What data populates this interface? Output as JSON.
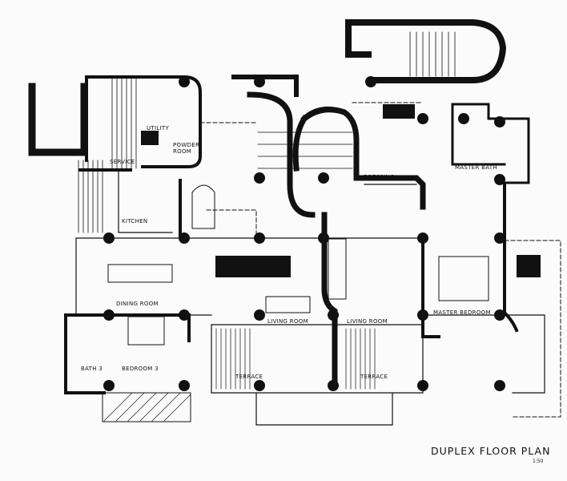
{
  "title": "DUPLEX FLOOR PLAN",
  "scale": "1:50",
  "rooms": {
    "utility": "UTILITY",
    "powder_room": "POWDER ROOM",
    "service": "SERVICE",
    "kitchen": "KITCHEN",
    "dining_room": "DINING ROOM",
    "bath_3": "BATH 3",
    "bedroom_3": "BEDROOM 3",
    "living_room_left": "LIVING ROOM",
    "living_room_right": "LIVING ROOM",
    "terrace_left": "TERRACE",
    "terrace_right": "TERRACE",
    "dressing": "DRESSING",
    "master_bath": "MASTER BATH",
    "master_bedroom": "MASTER BEDROOM"
  },
  "colors": {
    "ink": "#111111",
    "paper": "#fbfbfb"
  }
}
